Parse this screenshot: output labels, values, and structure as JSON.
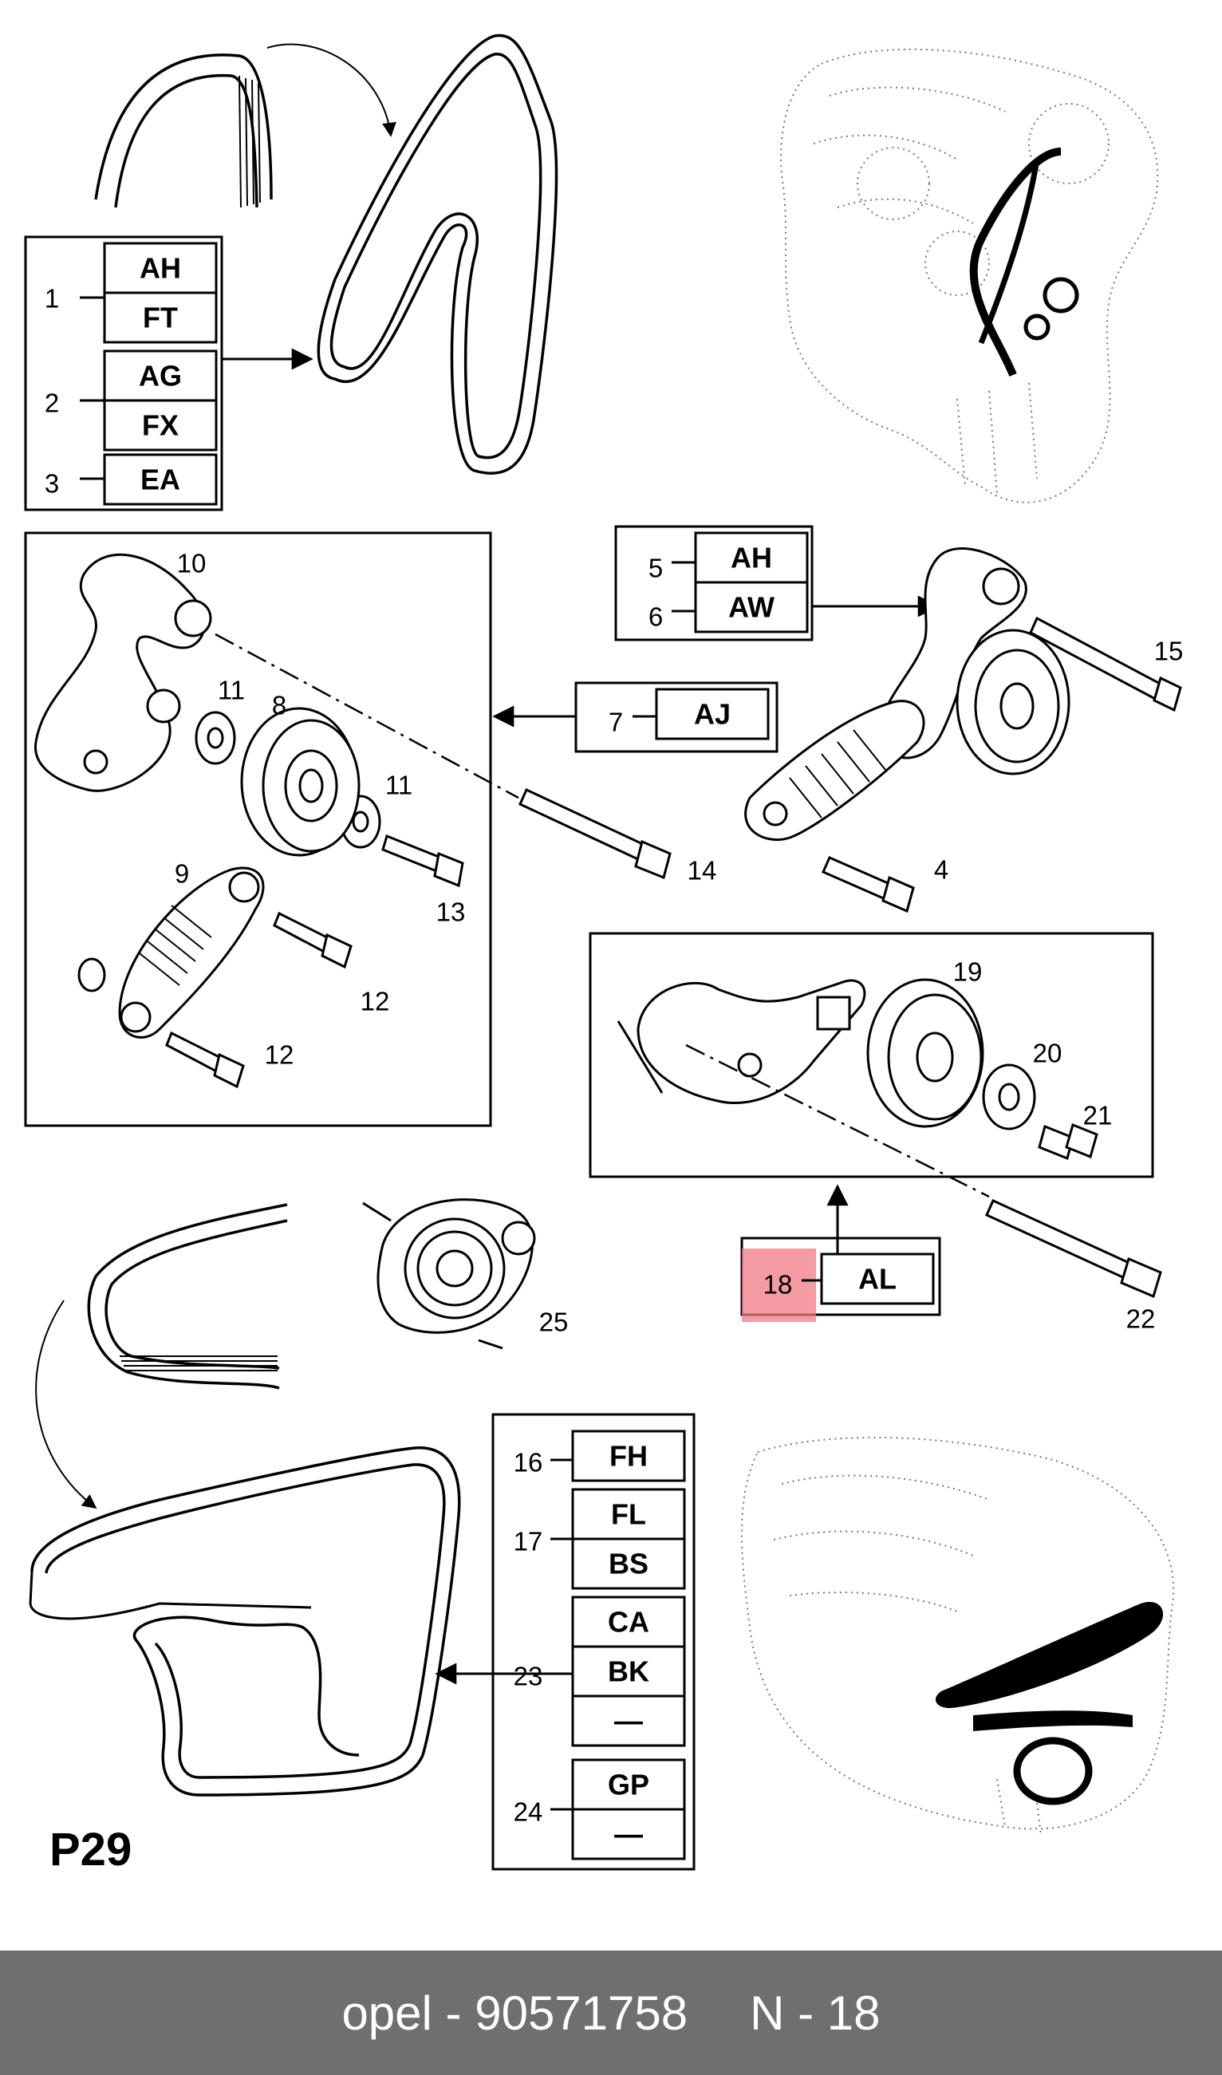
{
  "page_label": "P29",
  "callouts": {
    "c1": {
      "num": "1",
      "codes": [
        "AH",
        "FT"
      ]
    },
    "c2": {
      "num": "2",
      "codes": [
        "AG",
        "FX"
      ]
    },
    "c3": {
      "num": "3",
      "codes": [
        "EA"
      ]
    },
    "c5": {
      "num": "5",
      "codes": [
        "AH"
      ]
    },
    "c6": {
      "num": "6",
      "codes": [
        "AW"
      ]
    },
    "c7": {
      "num": "7",
      "codes": [
        "AJ"
      ]
    },
    "c16": {
      "num": "16",
      "codes": [
        "FH"
      ]
    },
    "c17": {
      "num": "17",
      "codes": [
        "FL",
        "BS"
      ]
    },
    "c18": {
      "num": "18",
      "codes": [
        "AL"
      ],
      "highlighted": true
    },
    "c23": {
      "num": "23",
      "codes": [
        "CA",
        "BK",
        "—"
      ]
    },
    "c24": {
      "num": "24",
      "codes": [
        "GP",
        "—"
      ]
    }
  },
  "part_numbers": {
    "p4": "4",
    "p8": "8",
    "p9": "9",
    "p10": "10",
    "p11a": "11",
    "p11b": "11",
    "p12a": "12",
    "p12b": "12",
    "p13": "13",
    "p14": "14",
    "p15": "15",
    "p19": "19",
    "p20": "20",
    "p21": "21",
    "p22": "22",
    "p25": "25"
  },
  "colors": {
    "highlight": "#f07a86",
    "footer_background": "#6f6f6f",
    "footer_text": "#ffffff"
  },
  "footer": {
    "brand": "opel",
    "separator": "-",
    "part_number": "90571758",
    "position": "N - 18"
  }
}
